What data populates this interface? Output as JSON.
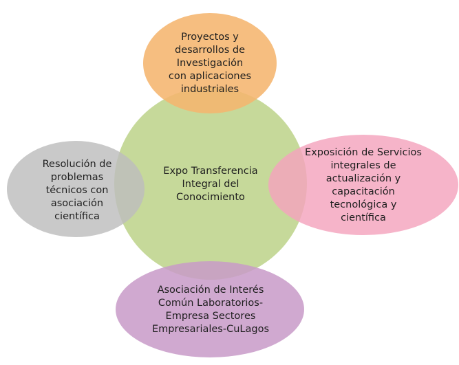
{
  "diagram": {
    "center": {
      "text": "Expo Transferencia\nIntegral del\nConocimiento",
      "color": "#c6d99a"
    },
    "nodes": [
      {
        "id": "top",
        "text": "Proyectos y\ndesarrollos de\nInvestigación\ncon aplicaciones\nindustriales",
        "color": "#f5b56e"
      },
      {
        "id": "right",
        "text": "Exposición de Servicios\nintegrales de\nactualización y\ncapacitación\ntecnológica y\ncientífica",
        "color": "#f4a3bd"
      },
      {
        "id": "bottom",
        "text": "Asociación de Interés\nComún Laboratorios-\nEmpresa Sectores\nEmpresariales-CuLagos",
        "color": "#c89ac8"
      },
      {
        "id": "left",
        "text": "Resolución de\nproblemas\ntécnicos con\nasociación\ncientífica",
        "color": "#bdbdbd"
      }
    ]
  }
}
